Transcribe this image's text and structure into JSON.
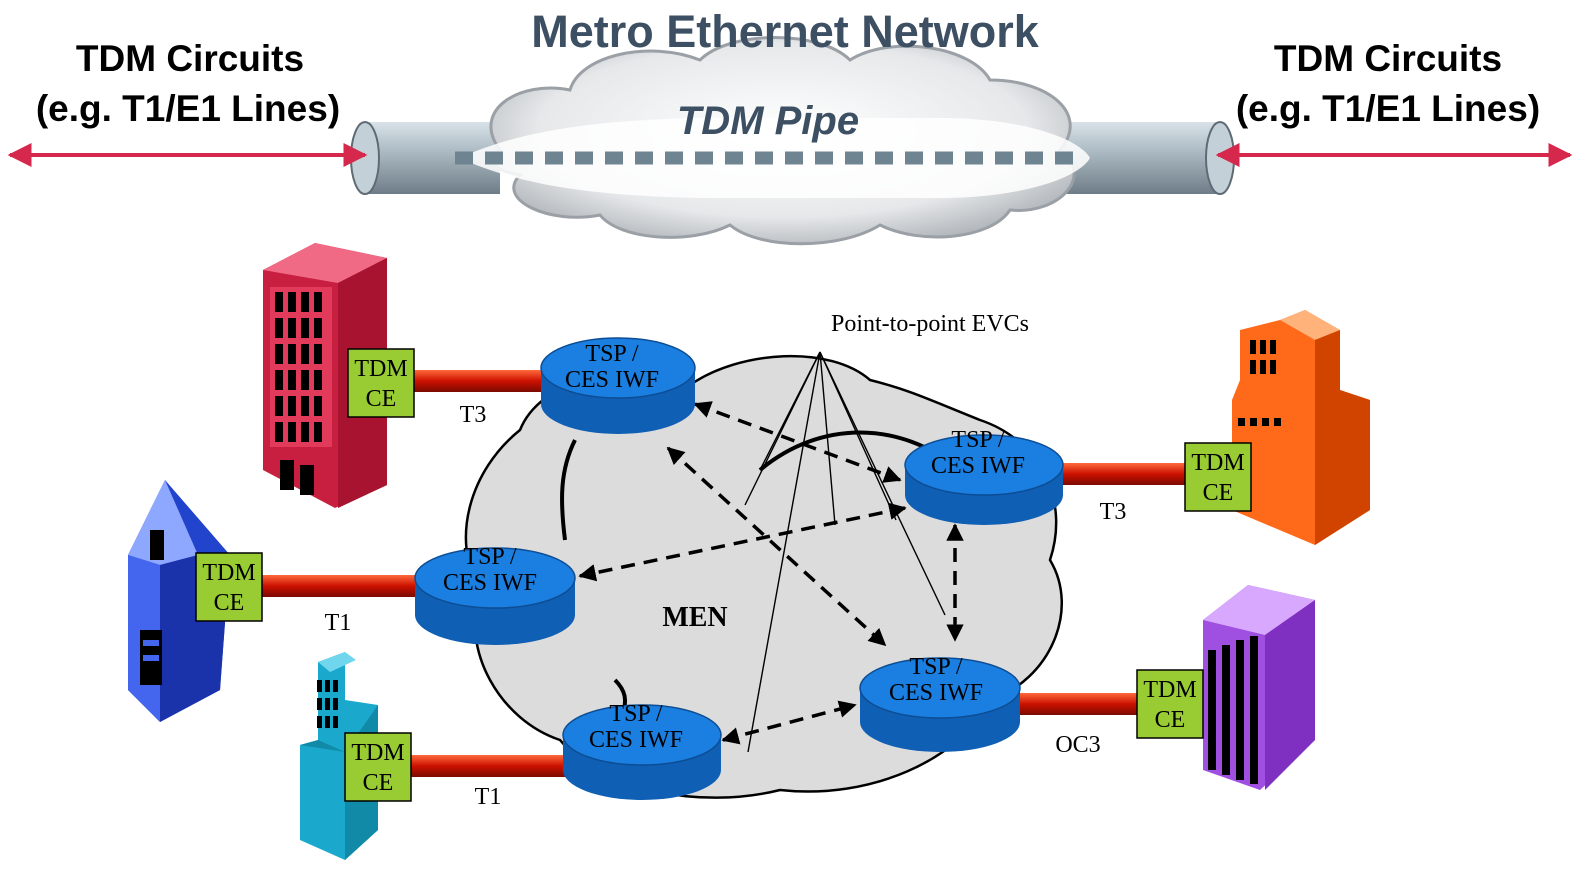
{
  "title": "Metro Ethernet Network",
  "tdm_left": {
    "line1": "TDM Circuits",
    "line2": "(e.g. T1/E1 Lines)"
  },
  "tdm_right": {
    "line1": "TDM Circuits",
    "line2": "(e.g. T1/E1 Lines)"
  },
  "pipe_label": "TDM Pipe",
  "evc_label": "Point-to-point EVCs",
  "men_label": "MEN",
  "iwf_line1": "TSP /",
  "iwf_line2": "CES IWF",
  "ce_line1": "TDM",
  "ce_line2": "CE",
  "links": {
    "top_left": "T3",
    "top_right": "T3",
    "mid_left": "T1",
    "bottom_left": "T1",
    "bottom_right": "OC3"
  },
  "colors": {
    "title": "#3d4f63",
    "pipe_label": "#3d4f63",
    "arrow": "#d6274d",
    "iwf": "#1a7fe0",
    "ce_box": "#99cc33",
    "link": "#cc1100",
    "men_cloud": "#dcdcdc"
  }
}
